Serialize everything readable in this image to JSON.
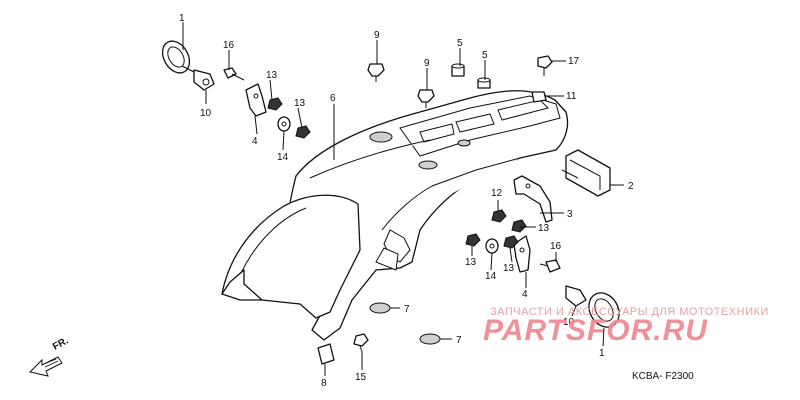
{
  "callouts": [
    {
      "id": "c1a",
      "text": "1"
    },
    {
      "id": "c16a",
      "text": "16"
    },
    {
      "id": "c13a",
      "text": "13"
    },
    {
      "id": "c13b",
      "text": "13"
    },
    {
      "id": "c10a",
      "text": "10"
    },
    {
      "id": "c4a",
      "text": "4"
    },
    {
      "id": "c14a",
      "text": "14"
    },
    {
      "id": "c6",
      "text": "6"
    },
    {
      "id": "c9a",
      "text": "9"
    },
    {
      "id": "c9b",
      "text": "9"
    },
    {
      "id": "c5a",
      "text": "5"
    },
    {
      "id": "c5b",
      "text": "5"
    },
    {
      "id": "c17",
      "text": "17"
    },
    {
      "id": "c11",
      "text": "11"
    },
    {
      "id": "c2",
      "text": "2"
    },
    {
      "id": "c12",
      "text": "12"
    },
    {
      "id": "c3",
      "text": "3"
    },
    {
      "id": "c13c",
      "text": "13"
    },
    {
      "id": "c13d",
      "text": "13"
    },
    {
      "id": "c13e",
      "text": "13"
    },
    {
      "id": "c14b",
      "text": "14"
    },
    {
      "id": "c16b",
      "text": "16"
    },
    {
      "id": "c4b",
      "text": "4"
    },
    {
      "id": "c10b",
      "text": "10"
    },
    {
      "id": "c1b",
      "text": "1"
    },
    {
      "id": "c7a",
      "text": "7"
    },
    {
      "id": "c7b",
      "text": "7"
    },
    {
      "id": "c8",
      "text": "8"
    },
    {
      "id": "c15",
      "text": "15"
    }
  ],
  "direction_label": "FR.",
  "catalog_code": "KCBA- F2300",
  "watermark": {
    "tagline": "ЗАПЧАСТИ И АКСЕССУАРЫ ДЛЯ МОТОТЕХНИКИ",
    "brand": "PARTSFOR.RU"
  }
}
